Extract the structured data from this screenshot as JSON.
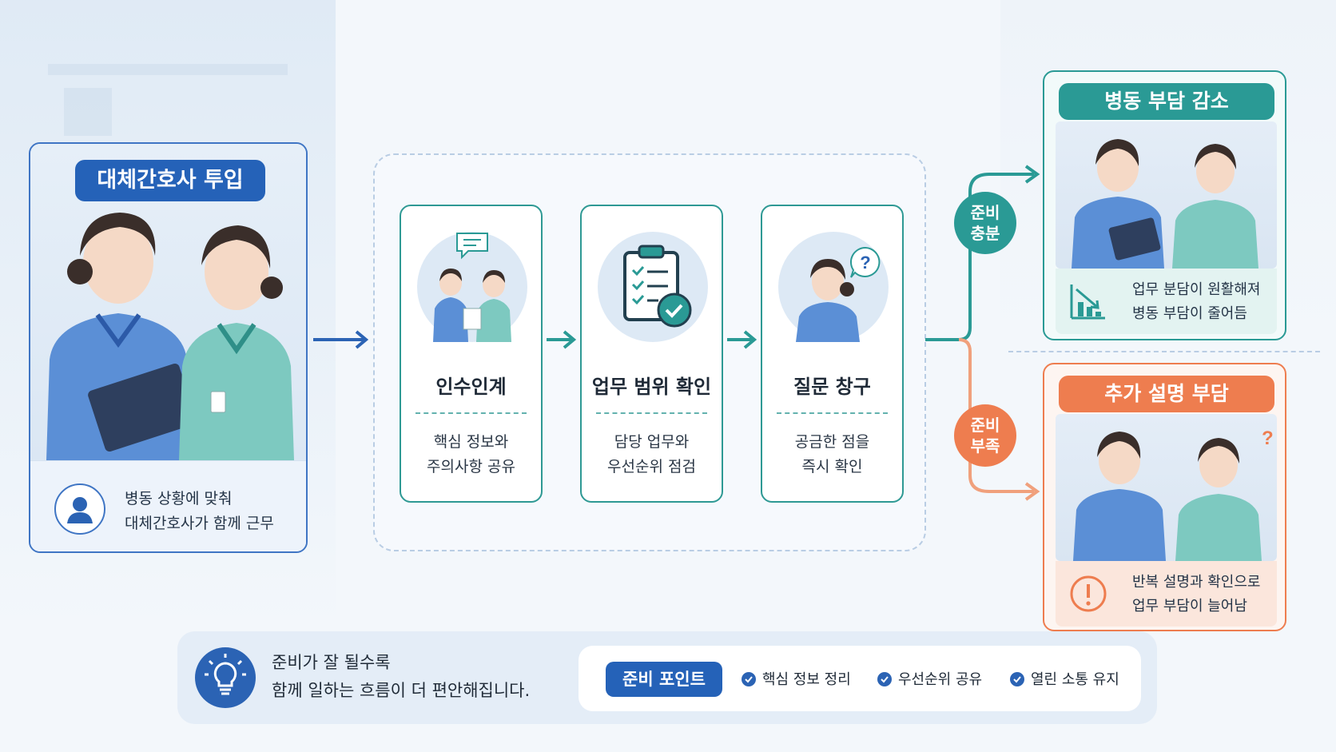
{
  "left_card": {
    "title": "대체간호사 투입",
    "caption_line1": "병동 상황에 맞춰",
    "caption_line2": "대체간호사가 함께 근무"
  },
  "steps": [
    {
      "title": "인수인계",
      "desc_line1": "핵심 정보와",
      "desc_line2": "주의사항 공유",
      "icon": "chat-bubble-icon"
    },
    {
      "title": "업무 범위 확인",
      "desc_line1": "담당 업무와",
      "desc_line2": "우선순위 점검",
      "icon": "clipboard-check-icon"
    },
    {
      "title": "질문 창구",
      "desc_line1": "공금한 점을",
      "desc_line2": "즉시 확인",
      "icon": "question-bubble-icon"
    }
  ],
  "branches": {
    "ready": {
      "line1": "준비",
      "line2": "충분"
    },
    "not_ready": {
      "line1": "준비",
      "line2": "부족"
    }
  },
  "outcomes": {
    "positive": {
      "title": "병동 부담 감소",
      "note_line1": "업무 분담이 원활해져",
      "note_line2": "병동 부담이 줄어듬",
      "icon": "chart-decrease-icon"
    },
    "negative": {
      "title": "추가 설명 부담",
      "note_line1": "반복 설명과 확인으로",
      "note_line2": "업무 부담이 늘어남",
      "icon": "exclamation-icon"
    }
  },
  "bottom": {
    "message_line1": "준비가 잘 될수록",
    "message_line2": "함께 일하는 흐름이 더 편안해집니다.",
    "points_label": "준비 포인트",
    "points": [
      "핵심 정보 정리",
      "우선순위 공유",
      "열린 소통 유지"
    ]
  },
  "colors": {
    "blue": "#2562b8",
    "teal": "#2a9a95",
    "orange": "#ee7d4f"
  }
}
